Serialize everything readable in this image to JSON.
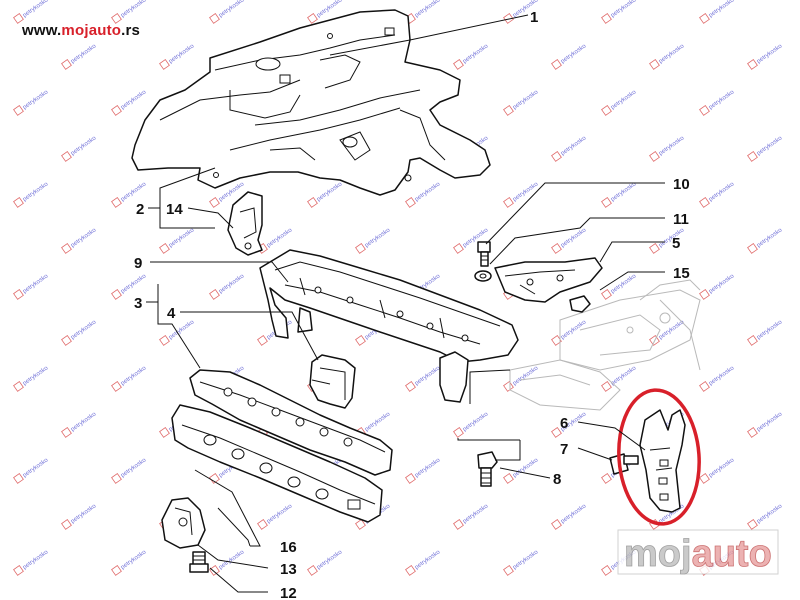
{
  "header": {
    "site_url_prefix": "www.",
    "site_url_brand": "mojauto",
    "site_url_suffix": ".rs"
  },
  "watermark_logo": {
    "text_dark": "moj",
    "text_accent": "auto"
  },
  "watermark_tile": {
    "text": "petrykosko"
  },
  "colors": {
    "highlight_ring": "#d8202a",
    "accent": "#d8202a",
    "line": "#111111",
    "ghost_line": "#b9b9b9",
    "watermark_text": "#7070d8",
    "watermark_box": "#e06a6a"
  },
  "callouts": [
    {
      "id": "1",
      "label": "1"
    },
    {
      "id": "2",
      "label": "2"
    },
    {
      "id": "3",
      "label": "3"
    },
    {
      "id": "4",
      "label": "4"
    },
    {
      "id": "5",
      "label": "5"
    },
    {
      "id": "6",
      "label": "6"
    },
    {
      "id": "7",
      "label": "7"
    },
    {
      "id": "8",
      "label": "8"
    },
    {
      "id": "9",
      "label": "9"
    },
    {
      "id": "10",
      "label": "10"
    },
    {
      "id": "11",
      "label": "11"
    },
    {
      "id": "12",
      "label": "12"
    },
    {
      "id": "13",
      "label": "13"
    },
    {
      "id": "14",
      "label": "14"
    },
    {
      "id": "15",
      "label": "15"
    },
    {
      "id": "16",
      "label": "16"
    }
  ],
  "highlighted_part": "6"
}
